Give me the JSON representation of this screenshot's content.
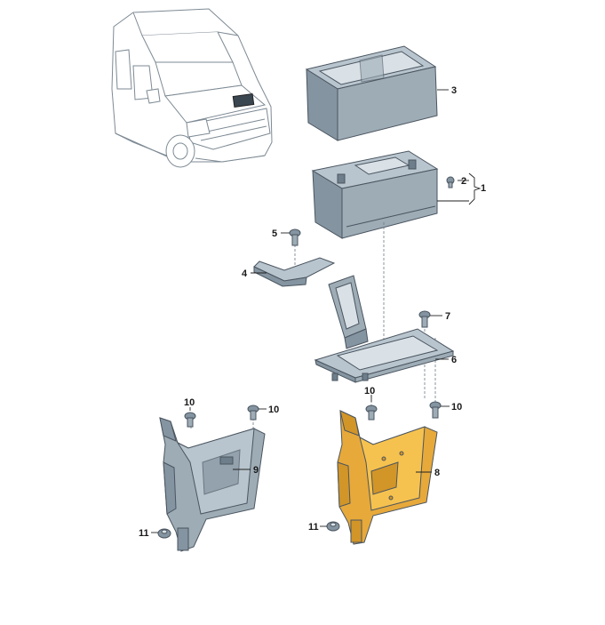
{
  "callouts": [
    {
      "id": "c1",
      "text": "1"
    },
    {
      "id": "c2",
      "text": "2"
    },
    {
      "id": "c3",
      "text": "3"
    },
    {
      "id": "c4",
      "text": "4"
    },
    {
      "id": "c5",
      "text": "5"
    },
    {
      "id": "c6",
      "text": "6"
    },
    {
      "id": "c7",
      "text": "7"
    },
    {
      "id": "c8",
      "text": "8"
    },
    {
      "id": "c9",
      "text": "9"
    },
    {
      "id": "c10a",
      "text": "10"
    },
    {
      "id": "c10b",
      "text": "10"
    },
    {
      "id": "c10c",
      "text": "10"
    },
    {
      "id": "c10d",
      "text": "10"
    },
    {
      "id": "c11a",
      "text": "11"
    },
    {
      "id": "c11b",
      "text": "11"
    }
  ],
  "colors": {
    "highlight_part": "#f6c24f",
    "part_grey": "#9eacb6",
    "outline": "#4a5560"
  }
}
